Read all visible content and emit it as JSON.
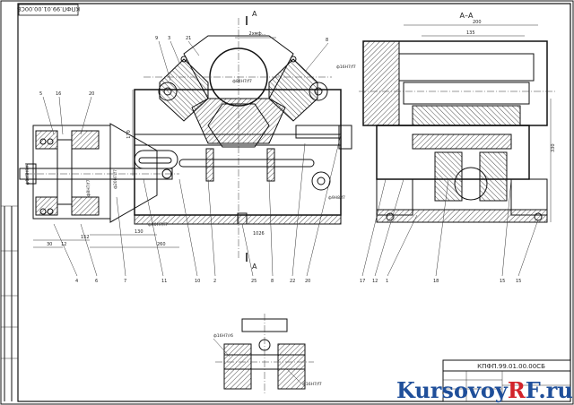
{
  "drawing": {
    "code": "КПФП.99.01.00.00СБ",
    "code_rotated": "КПФП.99.01.00.00СБ",
    "section_label": "А–А",
    "section_mark": "А"
  },
  "dimensions": {
    "top_width": "2хмф...",
    "d_main": "ф84Н7/f7",
    "d_left": "ф145Н7/f7",
    "d_pin": "ф20Н7/f7",
    "d_pin2": "ф8Н7/f7",
    "d_right_pin": "ф16Н7/f7",
    "d_shaft": "ф40Н7/f7",
    "d_bottom1": "ф16Н7/r6",
    "d_bottom2": "ф16Н7/f7",
    "d_mid": "ф9Н8/f7",
    "h_left": "170",
    "l_152": "152",
    "l_30": "30",
    "l_12": "12",
    "l_130": "130",
    "l_260": "260",
    "l_1026": "1026",
    "s_200": "200",
    "s_135": "135",
    "s_330": "330"
  },
  "callouts": {
    "left_top": [
      "5",
      "16",
      "20"
    ],
    "top": [
      "9",
      "3",
      "21"
    ],
    "top_right": [
      "8"
    ],
    "bottom": [
      "4",
      "6",
      "7",
      "11",
      "10",
      "2",
      "25",
      "8",
      "22",
      "20"
    ],
    "section_bottom": [
      "17",
      "12",
      "1",
      "18",
      "15",
      "15"
    ]
  },
  "watermark": {
    "name": "Kursovoy",
    "highlight": "R",
    "suffix": "F.ru"
  }
}
